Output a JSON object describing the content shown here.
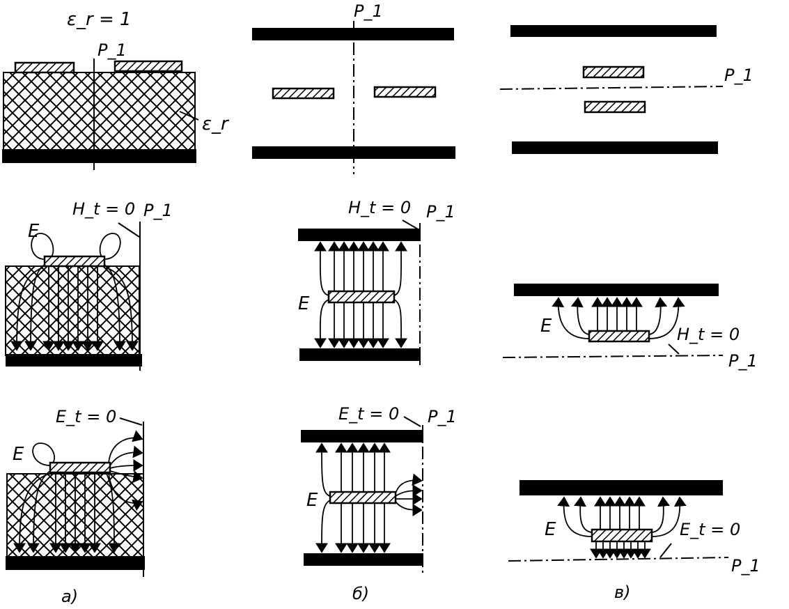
{
  "labels": {
    "er_eq_1": "ε_r = 1",
    "er": "ε_r",
    "p1": "P_1",
    "E": "E",
    "ht0": "H_t = 0",
    "et0": "E_t = 0",
    "cap_a": "а)",
    "cap_b": "б)",
    "cap_c": "в)"
  },
  "colors": {
    "ink": "#000000",
    "paper": "#ffffff"
  }
}
